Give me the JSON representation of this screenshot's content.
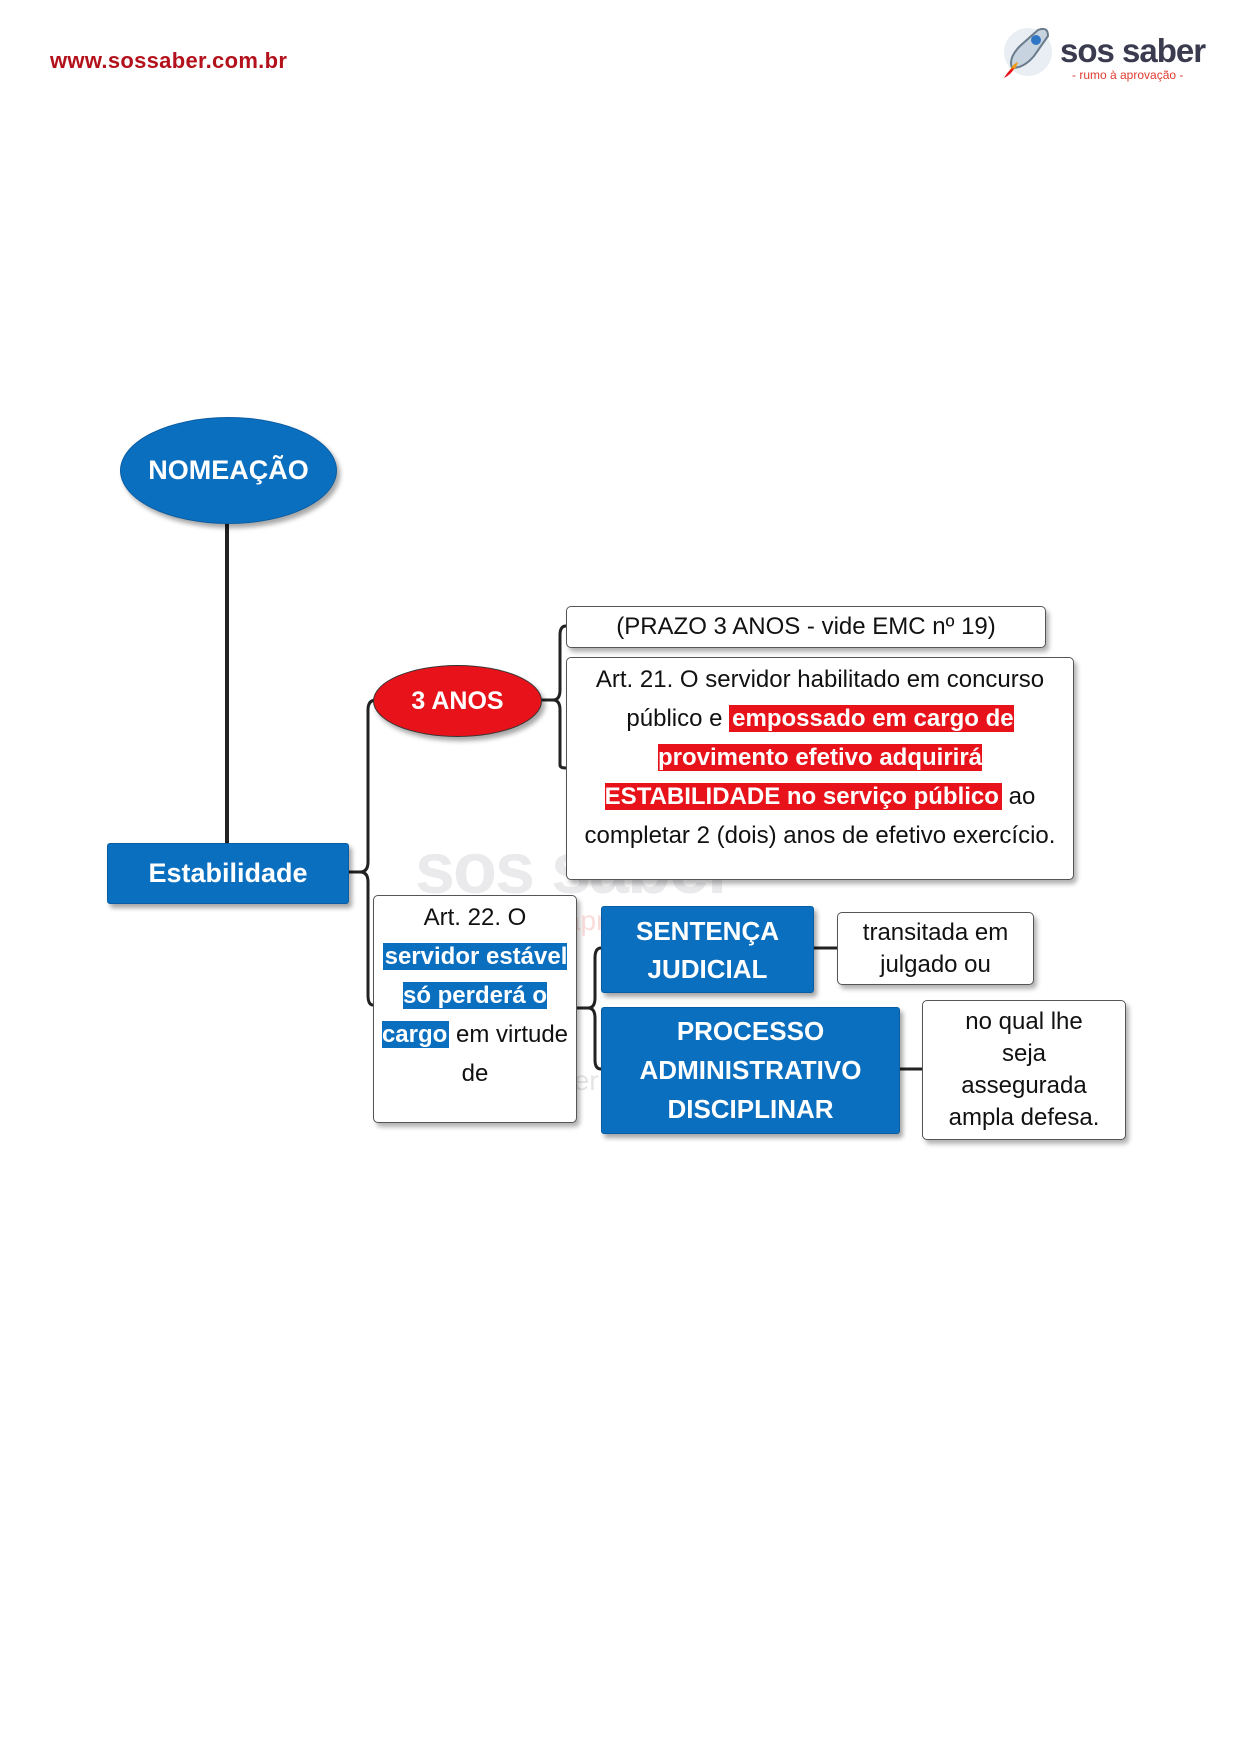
{
  "header": {
    "site_url": "www.sossaber.com.br",
    "logo_word": "sos saber",
    "logo_tagline": "- rumo à aprovação -"
  },
  "watermark": {
    "word": "sos saber",
    "tagline": "rumo à aprovação",
    "site": "sossaber"
  },
  "diagram": {
    "nomeacao": "NOMEAÇÃO",
    "estabilidade": "Estabilidade",
    "tres_anos": "3 ANOS",
    "prazo": "(PRAZO 3 ANOS - vide EMC nº 19)",
    "art21": {
      "intro": "Art. 21.  O servidor habilitado em concurso público e ",
      "highlight": "empossado em cargo de provimento efetivo adquirirá ESTABILIDADE no serviço público",
      "outro": " ao completar 2 (dois) anos de efetivo exercício."
    },
    "art22": {
      "intro": "Art. 22.  O ",
      "highlight": "servidor estável só perderá o cargo",
      "outro": " em virtude de"
    },
    "sentenca": [
      "SENTENÇA",
      "JUDICIAL"
    ],
    "transitada": [
      "transitada em",
      "julgado ou"
    ],
    "processo": [
      "PROCESSO",
      "ADMINISTRATIVO",
      "DISCIPLINAR"
    ],
    "no_qual": [
      "no qual lhe",
      "seja",
      "assegurada",
      "ampla defesa."
    ]
  }
}
